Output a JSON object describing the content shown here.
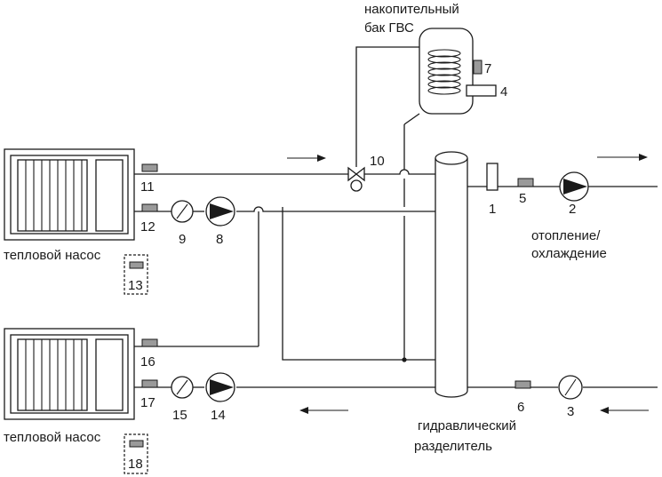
{
  "colors": {
    "line": "#1a1a1a",
    "sensor_fill": "#9a9a9a",
    "background": "#ffffff"
  },
  "labels": {
    "tank_line1": "накопительный",
    "tank_line2": "бак ГВС",
    "heat_pump_top": "тепловой насос",
    "heat_pump_bottom": "тепловой насос",
    "heating_line1": "отопление/",
    "heating_line2": "охлаждение",
    "separator_line1": "гидравлический",
    "separator_line2": "разделитель"
  },
  "numbers": {
    "n1": "1",
    "n2": "2",
    "n3": "3",
    "n4": "4",
    "n5": "5",
    "n6": "6",
    "n7": "7",
    "n8": "8",
    "n9": "9",
    "n10": "10",
    "n11": "11",
    "n12": "12",
    "n13": "13",
    "n14": "14",
    "n15": "15",
    "n16": "16",
    "n17": "17",
    "n18": "18"
  },
  "icons": {
    "pump": "circulation-pump-icon",
    "flowmeter": "flow-meter-icon",
    "valve": "three-way-valve-icon",
    "sensor": "temperature-sensor-icon",
    "arrow": "flow-direction-arrow-icon"
  }
}
